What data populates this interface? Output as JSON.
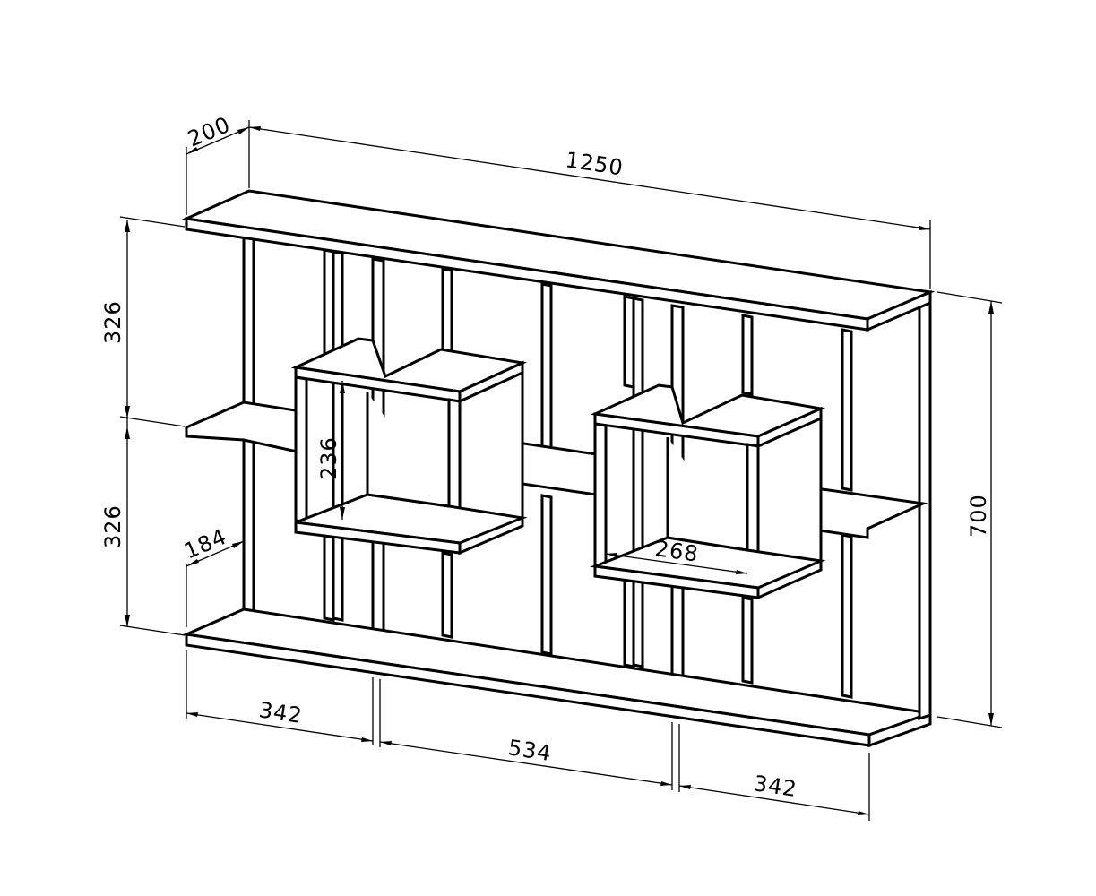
{
  "drawing": {
    "stroke_color": "#000000",
    "background": "#ffffff"
  },
  "dimensions": {
    "depth": "200",
    "width": "1250",
    "height": "700",
    "upper_section": "326",
    "lower_section": "326",
    "box_inner_height": "236",
    "box_inner_width": "268",
    "bottom_depth": "184",
    "left_bay": "342",
    "middle_bay": "534",
    "right_bay": "342"
  }
}
